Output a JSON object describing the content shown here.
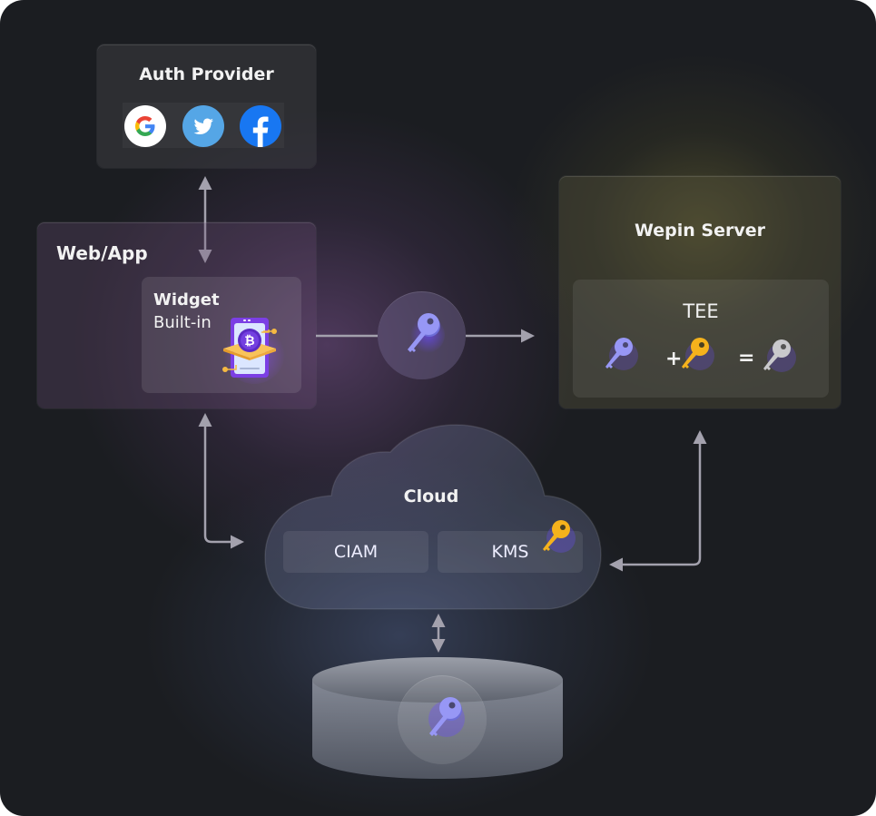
{
  "colors": {
    "background": "#1b1d21",
    "arrow": "#a3a1ad",
    "key_purple": "#8e8ef2",
    "key_gold": "#f5b21c",
    "key_gray": "#c9c9cc",
    "google_blue": "#4285f4",
    "twitter": "#55a6e6",
    "facebook": "#1877f2"
  },
  "auth_provider": {
    "title": "Auth Provider",
    "icons": [
      "google-icon",
      "twitter-icon",
      "facebook-icon"
    ]
  },
  "web_app": {
    "title": "Web/App",
    "widget": {
      "line1": "Widget",
      "line2": "Built-in",
      "icon": "phone-bitcoin-icon"
    }
  },
  "transfer_key": {
    "icon": "key-icon",
    "color": "purple"
  },
  "wepin_server": {
    "title": "Wepin Server",
    "tee": {
      "title": "TEE",
      "equation": {
        "operand1": "purple-key-icon",
        "plus": "+",
        "operand2": "gold-key-icon",
        "equals": "=",
        "result": "gray-key-icon"
      }
    }
  },
  "cloud": {
    "title": "Cloud",
    "services": [
      "CIAM",
      "KMS"
    ],
    "kms_key": "gold-key-icon"
  },
  "storage": {
    "icon": "purple-key-icon",
    "shape": "database-cylinder"
  }
}
